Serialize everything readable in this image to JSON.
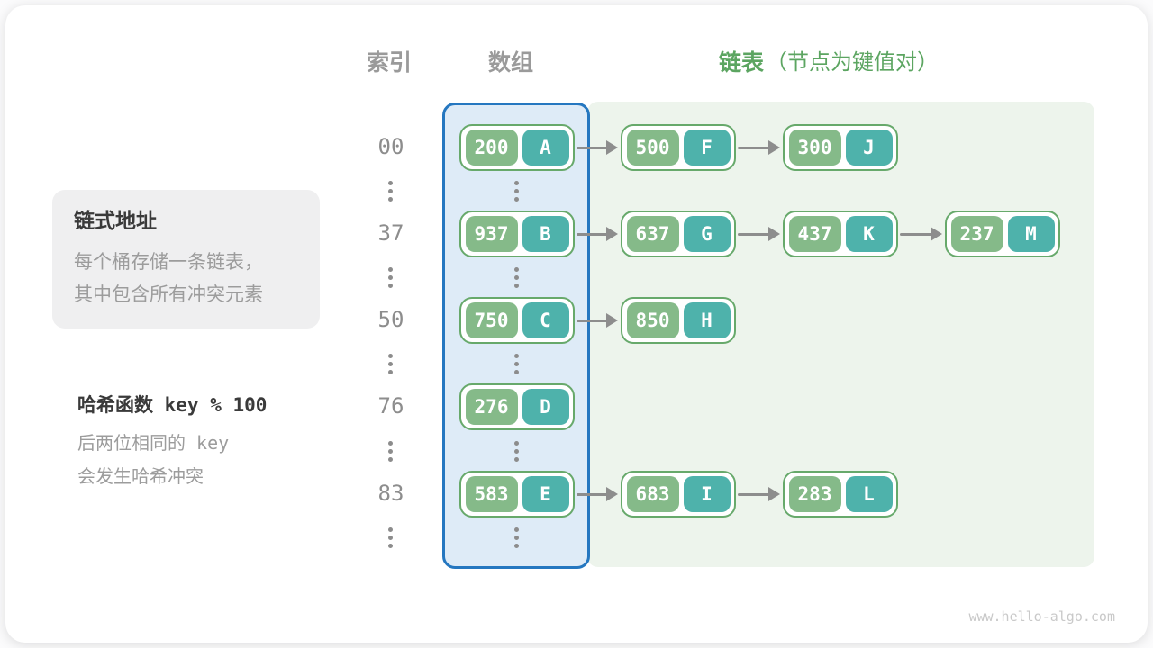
{
  "headers": {
    "index": "索引",
    "array": "数组",
    "list": "链表",
    "list_note": "（节点为键值对）"
  },
  "info_box": {
    "title": "链式地址",
    "line1": "每个桶存储一条链表，",
    "line2": "其中包含所有冲突元素"
  },
  "hash_note": {
    "title": "哈希函数 key % 100",
    "line1": "后两位相同的 key",
    "line2": "会发生哈希冲突"
  },
  "rows": [
    {
      "index": "00",
      "chain": [
        {
          "key": "200",
          "value": "A"
        },
        {
          "key": "500",
          "value": "F"
        },
        {
          "key": "300",
          "value": "J"
        }
      ]
    },
    {
      "index": "37",
      "chain": [
        {
          "key": "937",
          "value": "B"
        },
        {
          "key": "637",
          "value": "G"
        },
        {
          "key": "437",
          "value": "K"
        },
        {
          "key": "237",
          "value": "M"
        }
      ]
    },
    {
      "index": "50",
      "chain": [
        {
          "key": "750",
          "value": "C"
        },
        {
          "key": "850",
          "value": "H"
        }
      ]
    },
    {
      "index": "76",
      "chain": [
        {
          "key": "276",
          "value": "D"
        }
      ]
    },
    {
      "index": "83",
      "chain": [
        {
          "key": "583",
          "value": "E"
        },
        {
          "key": "683",
          "value": "I"
        },
        {
          "key": "283",
          "value": "L"
        }
      ]
    }
  ],
  "colors": {
    "key_cell": "#85ba89",
    "value_cell": "#4eb2ab",
    "node_border": "#67a96b",
    "array_border": "#2577c0",
    "array_bg": "#deebf7",
    "list_bg": "#edf4ec",
    "header_green": "#5ca561",
    "gray_text": "#9c9c9c",
    "arrow_gray": "#8d8d8d"
  },
  "watermark": "www.hello-algo.com"
}
